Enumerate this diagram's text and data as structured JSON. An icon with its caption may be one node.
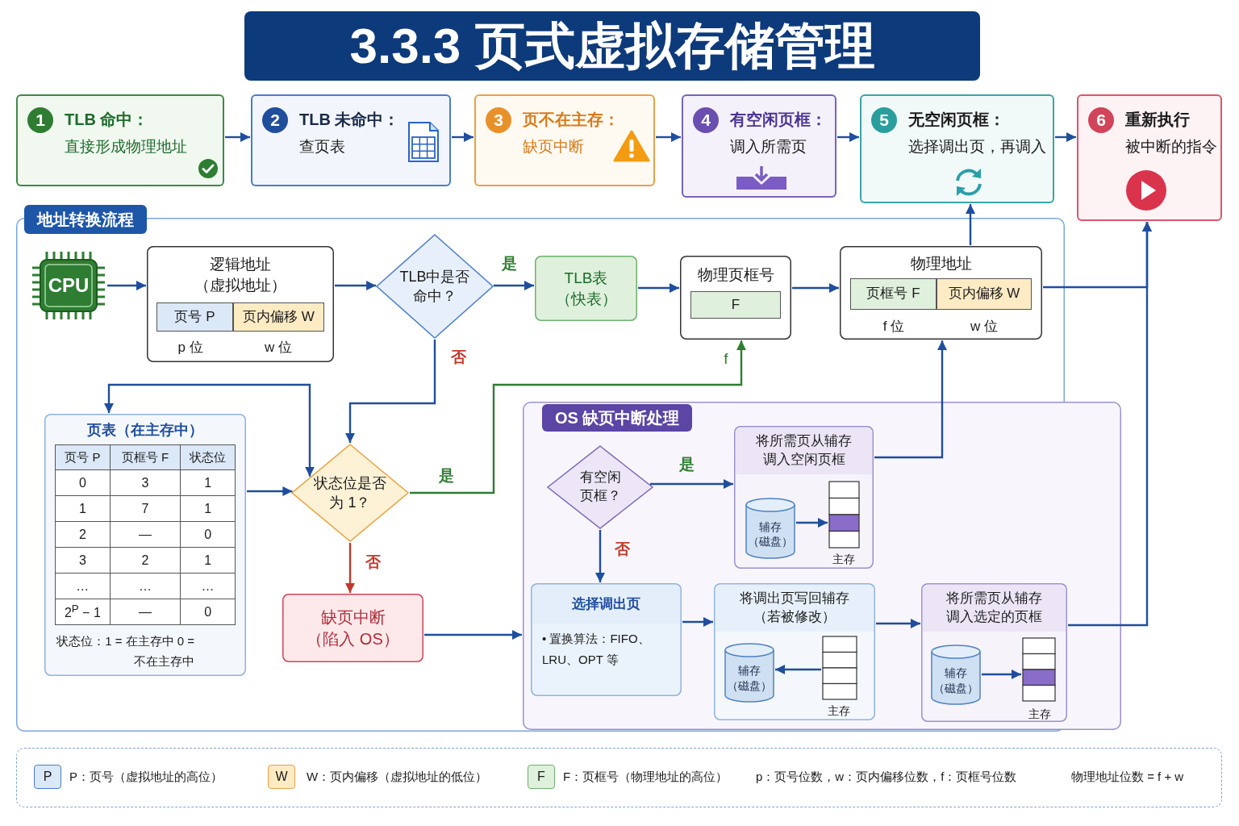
{
  "diagram": {
    "title": "3.3.3 页式虚拟存储管理",
    "nodes": [
      {
        "text": [
          "1",
          "TLB 命中：",
          "直接形成物理地址"
        ]
      },
      {
        "text": [
          "2",
          "TLB 未命中：",
          "查页表"
        ]
      },
      {
        "text": [
          "3",
          "页不在主存：",
          "缺页中断"
        ]
      },
      {
        "text": [
          "4",
          "有空闲页框：",
          "调入所需页"
        ]
      },
      {
        "text": [
          "5",
          "无空闲页框：",
          "选择调出页，再调入"
        ]
      },
      {
        "text": [
          "6",
          "重新执行",
          "被中断的指令"
        ]
      },
      {
        "text": [
          "地址转换流程"
        ]
      },
      {
        "text": [
          "CPU"
        ],
        "in": 6
      },
      {
        "text": [
          "逻辑地址（虚拟地址）"
        ],
        "in": 6
      },
      {
        "text": [
          "页号 P"
        ],
        "in": 8,
        "beside": [
          "p 位"
        ]
      },
      {
        "text": [
          "页内偏移 W"
        ],
        "in": 8,
        "beside": [
          "w 位"
        ]
      },
      {
        "text": [
          "TLB中是否命中？"
        ],
        "in": 6
      },
      {
        "text": [
          "TLB表（快表）"
        ],
        "in": 6
      },
      {
        "text": [
          "物理页框号"
        ],
        "in": 6
      },
      {
        "text": [
          "F"
        ],
        "in": 13
      },
      {
        "text": [
          "物理地址"
        ],
        "in": 6
      },
      {
        "text": [
          "页框号 F"
        ],
        "in": 15,
        "beside": [
          "f 位"
        ]
      },
      {
        "text": [
          "页内偏移 W"
        ],
        "in": 15,
        "beside": [
          "w 位"
        ]
      },
      {
        "text": [
          "页表（在主存中）",
          "状态位：1 = 在主存中 0 = 不在主存中"
        ],
        "in": 6
      },
      {
        "text": [
          "状态位是否为 1？"
        ],
        "in": 6
      },
      {
        "text": [
          "缺页中断（陷入 OS）"
        ],
        "in": 6
      },
      {
        "text": [
          "OS 缺页中断处理"
        ]
      },
      {
        "text": [
          "有空闲页框？"
        ],
        "in": 21
      },
      {
        "text": [
          "将所需页从辅存调入空闲页框"
        ],
        "in": 21
      },
      {
        "text": [
          "辅存（磁盘）"
        ],
        "in": 23
      },
      {
        "text": [],
        "shape": "box",
        "in": 23,
        "beside": [
          "主存"
        ]
      },
      {
        "text": [
          "选择调出页",
          "• 置换算法：FIFO、LRU、OPT 等"
        ],
        "in": 21
      },
      {
        "text": [
          "将调出页写回辅存（若被修改）"
        ],
        "in": 21
      },
      {
        "text": [
          "辅存（磁盘）"
        ],
        "in": 27
      },
      {
        "text": [],
        "shape": "box",
        "in": 27,
        "beside": [
          "主存"
        ]
      },
      {
        "text": [
          "将所需页从辅存调入选定的页框"
        ],
        "in": 21
      },
      {
        "text": [
          "辅存（磁盘）"
        ],
        "in": 30
      },
      {
        "text": [],
        "shape": "box",
        "in": 30,
        "beside": [
          "主存"
        ]
      }
    ],
    "edges": [
      {
        "from": 0,
        "to": 1,
        "arrow": "to"
      },
      {
        "from": 1,
        "to": 2,
        "arrow": "to"
      },
      {
        "from": 2,
        "to": 3,
        "arrow": "to"
      },
      {
        "from": 3,
        "to": 4,
        "arrow": "to"
      },
      {
        "from": 4,
        "to": 5,
        "arrow": "to"
      },
      {
        "from": 7,
        "to": 8,
        "arrow": "to"
      },
      {
        "from": 8,
        "to": 11,
        "arrow": "to"
      },
      {
        "from": 11,
        "to": 12,
        "arrow": "to",
        "label": "是"
      },
      {
        "from": 12,
        "to": 13,
        "arrow": "to"
      },
      {
        "from": 13,
        "to": 15,
        "arrow": "to"
      },
      {
        "from": 11,
        "to": 19,
        "arrow": "to",
        "label": "否"
      },
      {
        "from": 18,
        "to": 19,
        "arrow": "both"
      },
      {
        "from": 18,
        "to": 19,
        "arrow": "to"
      },
      {
        "from": 19,
        "to": 13,
        "arrow": "to",
        "label": "是",
        "color": "#2e7d32"
      },
      {
        "from": 19,
        "to": 20,
        "arrow": "to",
        "label": "否",
        "color": "#c0392b"
      },
      {
        "from": 20,
        "to": 21,
        "arrow": "to"
      },
      {
        "from": 22,
        "to": 23,
        "arrow": "to",
        "label": "是"
      },
      {
        "from": 22,
        "to": 26,
        "arrow": "to",
        "label": "否"
      },
      {
        "from": 26,
        "to": 27,
        "arrow": "to"
      },
      {
        "from": 27,
        "to": 30,
        "arrow": "to"
      },
      {
        "from": 23,
        "to": 15,
        "arrow": "to"
      },
      {
        "from": 30,
        "to": 5,
        "arrow": "to"
      },
      {
        "from": 15,
        "to": 4,
        "arrow": "to"
      },
      {
        "from": 15,
        "to": 5,
        "arrow": "to"
      },
      {
        "from": 24,
        "to": 25,
        "arrow": "to"
      },
      {
        "from": 29,
        "to": 28,
        "arrow": "to"
      },
      {
        "from": 31,
        "to": 32,
        "arrow": "to"
      }
    ],
    "labels": [
      "f",
      "页号 P",
      "页框号 F",
      "状态位",
      "0",
      "3",
      "1",
      "1",
      "7",
      "1",
      "2",
      "—",
      "0",
      "3",
      "2",
      "1",
      "…",
      "…",
      "…",
      "2$^{P}$ − 1",
      "—",
      "0",
      "P",
      "W",
      "F",
      "p：页号位数，w：页内偏移位数，f：页框号位数",
      "物理地址位数 = f + w"
    ],
    "legend": [
      {
        "text": "P：页号（虚拟地址的高位）",
        "color": "#dbe8f8"
      },
      {
        "text": "W：页内偏移（虚拟地址的低位）",
        "color": "#fdebc4"
      },
      {
        "text": "F：页框号（物理地址的高位）",
        "color": "#dff0dc"
      }
    ]
  }
}
